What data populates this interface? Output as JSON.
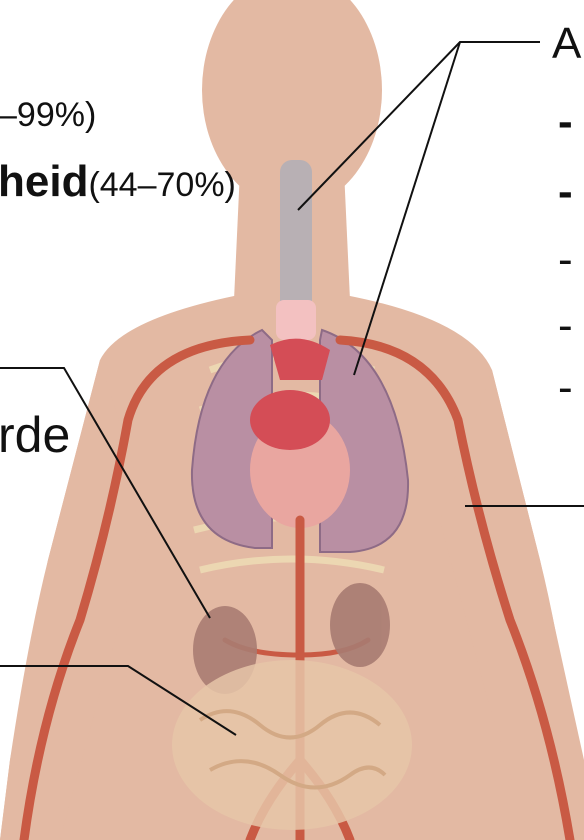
{
  "labels": {
    "top_right_fragment": "A",
    "percent_fragment": "–99%)",
    "heid_word": "heid",
    "heid_percent": "(44–70%)",
    "rde_fragment": "rde"
  },
  "dashes": [
    "-",
    "-",
    "-",
    "-",
    "-"
  ],
  "colors": {
    "skin": "#e3b9a3",
    "skin_shadow": "#d8a48b",
    "artery": "#c95a44",
    "lung": "#b98fa3",
    "lung_dark": "#8e6b86",
    "heart": "#e9a6a0",
    "heart_vessel": "#d44d56",
    "kidney": "#a87c72",
    "intestine": "#e6c6a8",
    "trachea": "#b8b0b4",
    "ribs": "#f0e2b8",
    "leader_line": "#111111"
  }
}
